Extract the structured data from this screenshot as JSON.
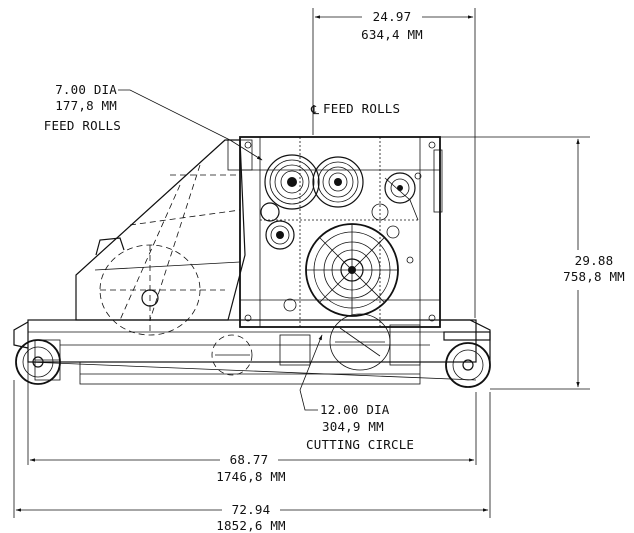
{
  "dimensions": {
    "top_width": {
      "inches": "24.97",
      "mm": "634,4 MM"
    },
    "feed_roll_dia": {
      "inches": "7.00 DIA",
      "mm": "177,8 MM",
      "note": "FEED ROLLS"
    },
    "feed_rolls_centerline": {
      "symbol": "℄",
      "label": "FEED ROLLS"
    },
    "height": {
      "inches": "29.88",
      "mm": "758,8 MM"
    },
    "cutting_circle": {
      "inches": "12.00 DIA",
      "mm": "304,9 MM",
      "note": "CUTTING CIRCLE"
    },
    "wheelbase": {
      "inches": "68.77",
      "mm": "1746,8 MM"
    },
    "overall_length": {
      "inches": "72.94",
      "mm": "1852,6 MM"
    }
  }
}
